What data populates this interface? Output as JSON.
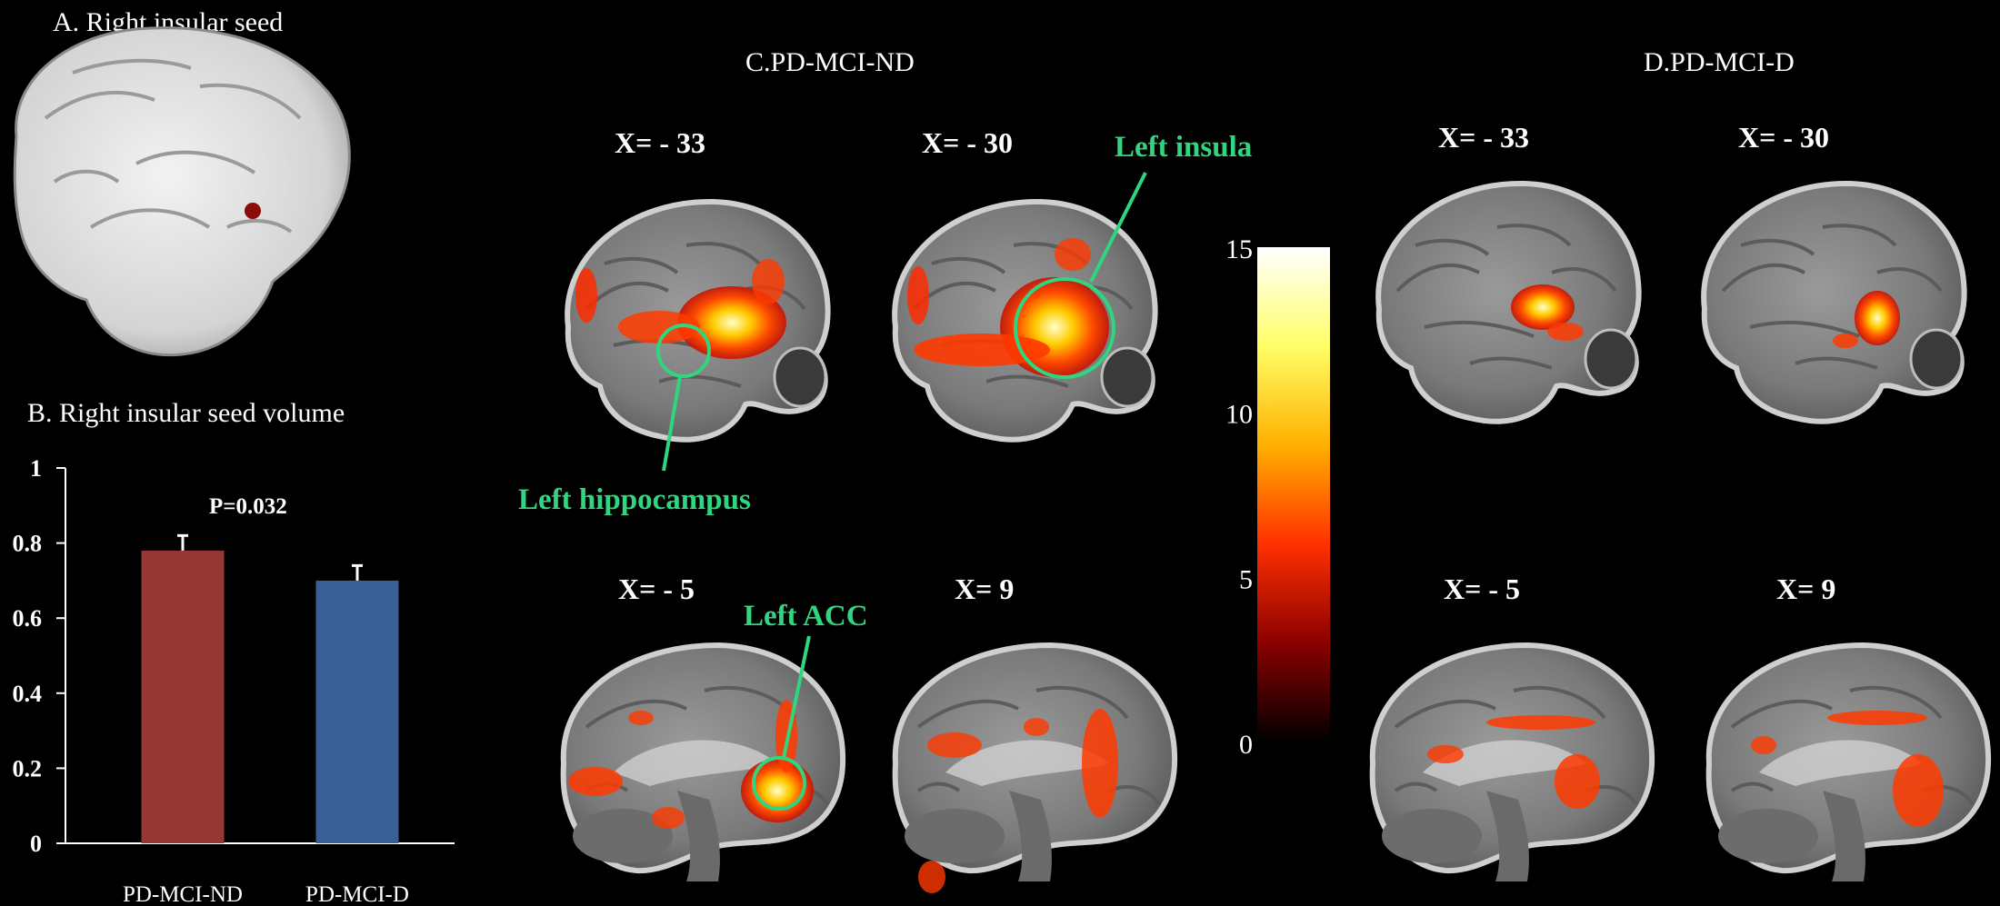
{
  "panels": {
    "a_title": "A. Right insular seed",
    "b_title": "B. Right insular seed volume",
    "c_title": "C.PD-MCI-ND",
    "d_title": "D.PD-MCI-D"
  },
  "slice_labels": {
    "c_top_left": "X= - 33",
    "c_top_right": "X= - 30",
    "c_bottom_left": "X= - 5",
    "c_bottom_right": "X= 9",
    "d_top_left": "X= - 33",
    "d_top_right": "X= - 30",
    "d_bottom_left": "X= - 5",
    "d_bottom_right": "X= 9"
  },
  "annotations": {
    "left_insula": "Left insula",
    "left_hippocampus": "Left hippocampus",
    "left_acc": "Left ACC"
  },
  "colorbar": {
    "ticks": [
      "15",
      "10",
      "5",
      "0"
    ],
    "values": [
      15,
      10,
      5,
      0
    ]
  },
  "colors": {
    "background": "#000000",
    "annotation": "#2fd67f",
    "bar_nd": "#953735",
    "bar_d": "#3a5f96",
    "heat_low": "#8b0000",
    "heat_high": "#ffffff"
  },
  "chart_data": {
    "type": "bar",
    "categories": [
      "PD-MCI-ND",
      "PD-MCI-D"
    ],
    "values": [
      0.78,
      0.7
    ],
    "errors": [
      0.04,
      0.04
    ],
    "ylim": [
      0,
      1
    ],
    "yticks": [
      "1",
      "0.8",
      "0.6",
      "0.4",
      "0.2",
      "0"
    ],
    "ytick_values": [
      1,
      0.8,
      0.6,
      0.4,
      0.2,
      0
    ],
    "annotation": "P=0.032",
    "grid": false
  }
}
